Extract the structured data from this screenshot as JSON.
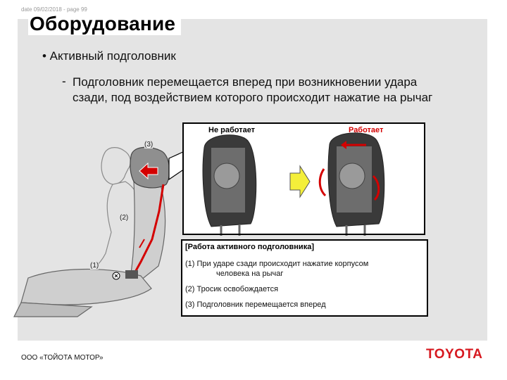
{
  "meta": "date 09/02/2018 - page 99",
  "title": "Оборудование",
  "bullet": "• Активный подголовник",
  "sub_dash": "-",
  "sub_text": "Подголовник перемещается вперед при возникновении удара сзади, под воздействием которого происходит нажатие на рычаг",
  "photos": {
    "not_working": "Не работает",
    "working": "Работает"
  },
  "callouts": {
    "c1": "(1)",
    "c2": "(2)",
    "c3": "(3)"
  },
  "info": {
    "title": "[Работа активного подголовника]",
    "item1_a": "(1) При ударе сзади происходит нажатие корпусом",
    "item1_b": "человека на рычаг",
    "item2": "(2) Тросик освобождается",
    "item3": "(3) Подголовник перемещается вперед"
  },
  "footer": "ООО «ТОЙОТА МОТОР»",
  "logo": "TOYOTA",
  "colors": {
    "panel": "#e4e4e4",
    "accent_red": "#d40000",
    "logo_red": "#d71920",
    "arrow_yellow": "#f4ef3a"
  }
}
